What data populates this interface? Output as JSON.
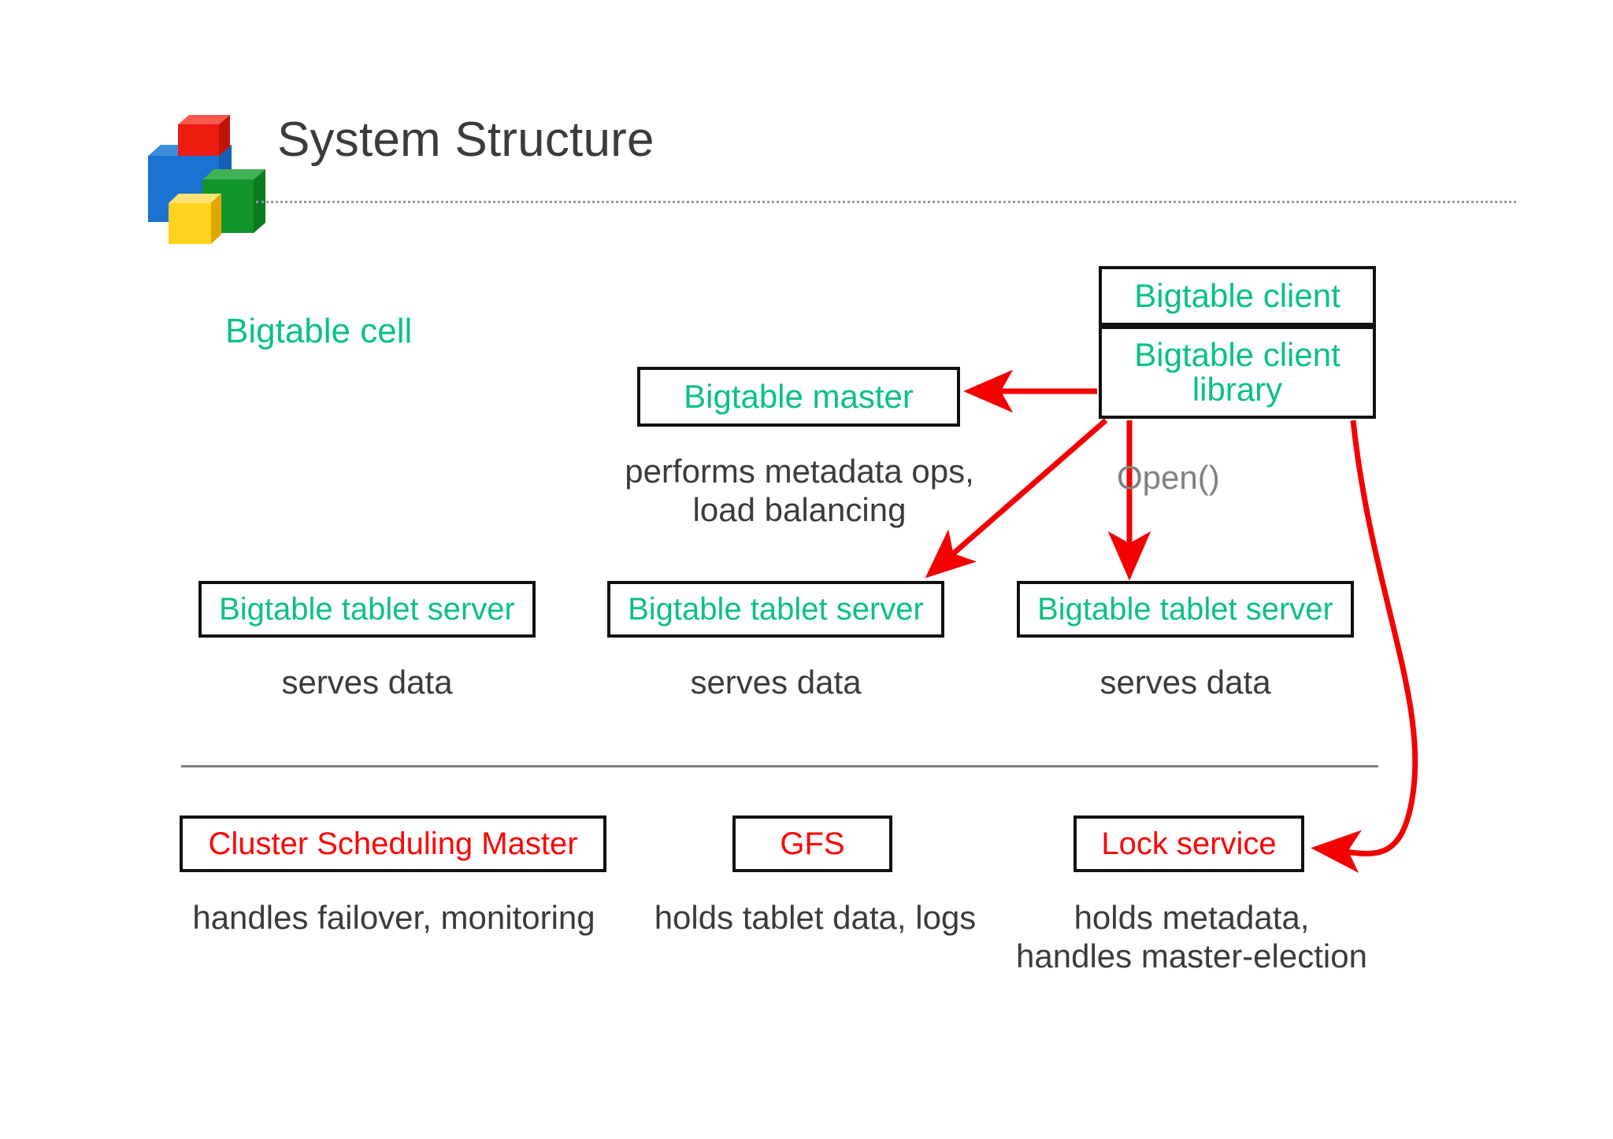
{
  "slide": {
    "title": "System Structure",
    "logo": {
      "icon": "stacked-cubes-logo",
      "colors": {
        "red": "#ee1b11",
        "blue": "#1a73d2",
        "green": "#11952b",
        "yellow": "#ffd21e"
      }
    }
  },
  "colors": {
    "node_green": "#0ac183",
    "node_red": "#ff0000",
    "arrow_red": "#f40000",
    "caption_gray": "#3b3b3b",
    "muted_gray": "#808080",
    "box_border": "#111111"
  },
  "diagram": {
    "cell_label": "Bigtable cell",
    "client": {
      "top_label": "Bigtable client",
      "library_label": "Bigtable client\nlibrary"
    },
    "master": {
      "label": "Bigtable master",
      "caption": "performs metadata ops,\nload balancing"
    },
    "open_call_label": "Open()",
    "tablet_servers": [
      {
        "label": "Bigtable tablet server",
        "caption": "serves data"
      },
      {
        "label": "Bigtable tablet server",
        "caption": "serves data"
      },
      {
        "label": "Bigtable tablet server",
        "caption": "serves data"
      }
    ],
    "infrastructure": [
      {
        "label": "Cluster Scheduling Master",
        "caption": "handles failover, monitoring"
      },
      {
        "label": "GFS",
        "caption": "holds tablet data, logs"
      },
      {
        "label": "Lock service",
        "caption": "holds metadata,\nhandles master-election"
      }
    ],
    "arrows": [
      {
        "name": "client-library-to-master",
        "from": "bigtable-client-library",
        "to": "bigtable-master",
        "style": "straight-horizontal"
      },
      {
        "name": "client-library-to-tablet-server-2",
        "from": "bigtable-client-library",
        "to": "tablet-server-2",
        "style": "diagonal"
      },
      {
        "name": "client-library-to-tablet-server-3",
        "from": "bigtable-client-library",
        "to": "tablet-server-3",
        "style": "straight-vertical",
        "label": "Open()"
      },
      {
        "name": "client-library-to-lock-service",
        "from": "bigtable-client-library",
        "to": "lock-service",
        "style": "curved"
      }
    ]
  }
}
